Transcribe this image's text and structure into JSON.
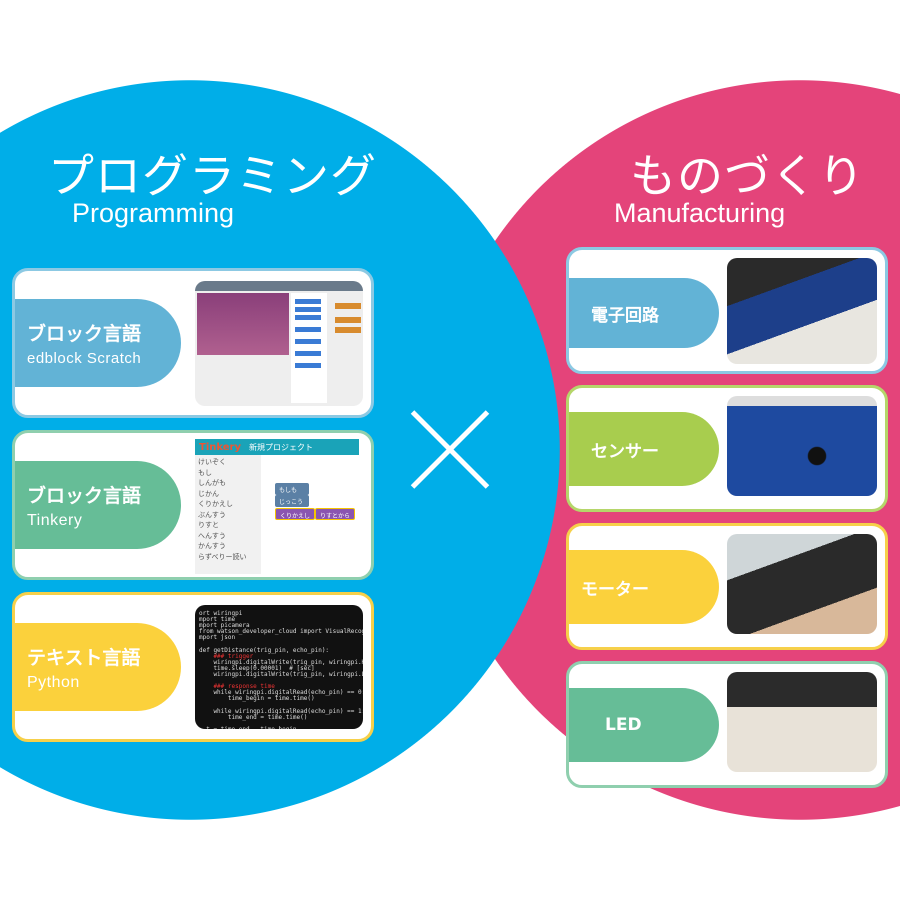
{
  "left": {
    "title_jp": "プログラミング",
    "title_en": "Programming",
    "cards": [
      {
        "label_jp": "ブロック言語",
        "label_en": "edblock Scratch",
        "color": "#62b3d6"
      },
      {
        "label_jp": "ブロック言語",
        "label_en": "Tinkery",
        "color": "#66bd97"
      },
      {
        "label_jp": "テキスト言語",
        "label_en": "Python",
        "color": "#fbd13c"
      }
    ],
    "tinkery": {
      "logo": "Tinkery",
      "project": "新規プロジェクト",
      "menu": [
        "けいぞく",
        "もし",
        "しんがも",
        "じかん",
        "くりかえし",
        "ぶんすう",
        "りすと",
        "へんすう",
        "かんすう",
        "らずべりー読い"
      ],
      "blocks": [
        "もしも",
        "じっこう",
        "くりかえし",
        "りすとから"
      ]
    },
    "python_code": [
      "ort wiringpi",
      "mport time",
      "mport picamera",
      "from watson_developer_cloud import VisualRecognitio",
      "mport json",
      "",
      "def getDistance(trig_pin, echo_pin):",
      "    ### trigger",
      "    wiringpi.digitalWrite(trig_pin, wiringpi.HIGH)",
      "    time.sleep(0.00001)  # [sec]",
      "    wiringpi.digitalWrite(trig_pin, wiringpi.LOW)",
      "",
      "    ### response time",
      "    while wiringpi.digitalRead(echo_pin) == 0:",
      "        time_begin = time.time()",
      "",
      "    while wiringpi.digitalRead(echo_pin) == 1:",
      "        time_end = time.time()",
      "",
      "  t = time_end - time_begin"
    ]
  },
  "right": {
    "title_jp": "ものづくり",
    "title_en": "Manufacturing",
    "cards": [
      {
        "label": "電子回路",
        "color": "#62b3d6"
      },
      {
        "label": "センサー",
        "color": "#a8cd4e"
      },
      {
        "label": "モーター",
        "color": "#fbd13c"
      },
      {
        "label": "LED",
        "color": "#66bd97"
      }
    ]
  },
  "colors": {
    "programming": "#00aee8",
    "manufacturing": "#e4447a"
  },
  "center_icon": "times-icon"
}
